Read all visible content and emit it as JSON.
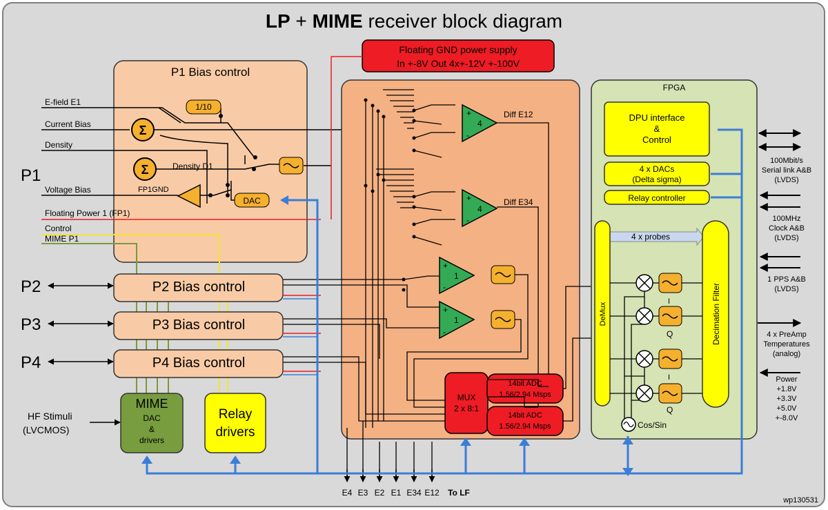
{
  "title": {
    "bold1": "LP",
    "plus": "+",
    "bold2": "MIME",
    "rest": "receiver block diagram"
  },
  "power_supply": {
    "line1": "Floating GND power supply",
    "line2": "In +-8V  Out 4x+-12V  +-100V"
  },
  "p1_block": {
    "title": "P1 Bias control",
    "gain_label": "1/10",
    "density_d1": "Density D1",
    "fp1gnd": "FP1GND",
    "dac": "DAC",
    "sigma": "Σ"
  },
  "left_signals": {
    "efield": "E-field E1",
    "current_bias": "Current Bias",
    "density": "Density",
    "voltage_bias": "Voltage Bias",
    "floating_power": "Floating Power 1 (FP1)",
    "control": "Control",
    "mime_p1": "MIME P1"
  },
  "probes": {
    "p1": "P1",
    "p2": "P2",
    "p3": "P3",
    "p4": "P4"
  },
  "bias_controls": {
    "p2": "P2 Bias control",
    "p3": "P3 Bias control",
    "p4": "P4 Bias control"
  },
  "mime": {
    "title": "MIME",
    "line2": "DAC",
    "line3": "&",
    "line4": "drivers"
  },
  "relay": {
    "line1": "Relay",
    "line2": "drivers"
  },
  "hf": {
    "line1": "HF Stimuli",
    "line2": "(LVCMOS)"
  },
  "analog": {
    "diff_e12": "Diff E12",
    "diff_e34": "Diff E34",
    "gain4": "4",
    "gain1": "1",
    "mux": {
      "line1": "MUX",
      "line2": "2 x 8:1"
    },
    "adc1": {
      "line1": "14bit ADC",
      "line2": "1.56/2.94 Msps"
    },
    "adc2": {
      "line1": "14bit ADC",
      "line2": "1.56/2.94 Msps"
    }
  },
  "fpga": {
    "title": "FPGA",
    "dpu": {
      "line1": "DPU interface",
      "line2": "&",
      "line3": "Control"
    },
    "dacs": {
      "line1": "4 x DACs",
      "line2": "(Delta sigma)"
    },
    "relay_ctrl": "Relay controller",
    "probes4": "4 x probes",
    "demux": "DeMux",
    "decim": "Decimation Filter",
    "i": "I",
    "q": "Q",
    "cossin": "Cos/Sin"
  },
  "right_labels": {
    "serial": {
      "line1": "100Mbit/s",
      "line2": "Serial link A&B",
      "line3": "(LVDS)"
    },
    "clock": {
      "line1": "100MHz",
      "line2": "Clock A&B",
      "line3": "(LVDS)"
    },
    "pps": {
      "line1": "1 PPS A&B",
      "line2": "(LVDS)"
    },
    "temp": {
      "line1": "4 x PreAmp",
      "line2": "Temperatures",
      "line3": "(analog)"
    },
    "power": {
      "line1": "Power",
      "line2": "+1.8V",
      "line3": "+3.3V",
      "line4": "+5.0V",
      "line5": "+-8.0V"
    }
  },
  "bottom": {
    "e4": "E4",
    "e3": "E3",
    "e2": "E2",
    "e1": "E1",
    "e34": "E34",
    "e12": "E12",
    "to_lf": "To LF"
  },
  "ref": "wp130531",
  "colors": {
    "background": "#d9d9d9",
    "peach": "#f8cba6",
    "orange": "#f4b183",
    "green_fpga": "#d5e3b5",
    "yellow": "#ffff00",
    "opamp_green": "#33aa55",
    "filter_orange": "#f5b02e",
    "red": "#ee1c24",
    "mime_green": "#779d3e",
    "blue_bus": "#3b7dd8"
  }
}
